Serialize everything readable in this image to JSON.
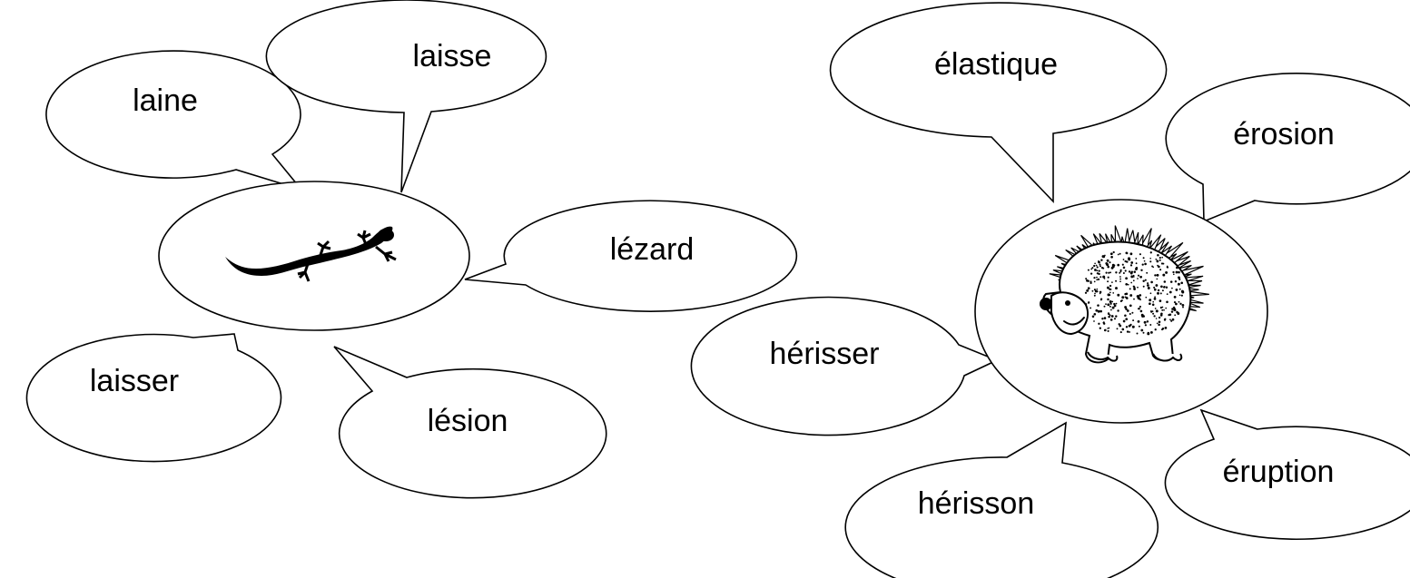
{
  "diagrams": [
    {
      "center_picture": "lizard-icon",
      "words": [
        "laine",
        "laisse",
        "lézard",
        "laisser",
        "lésion"
      ]
    },
    {
      "center_picture": "hedgehog-icon",
      "words": [
        "élastique",
        "érosion",
        "hérisser",
        "hérisson",
        "éruption"
      ]
    }
  ],
  "colors": {
    "stroke": "#000000",
    "fill": "#ffffff"
  }
}
